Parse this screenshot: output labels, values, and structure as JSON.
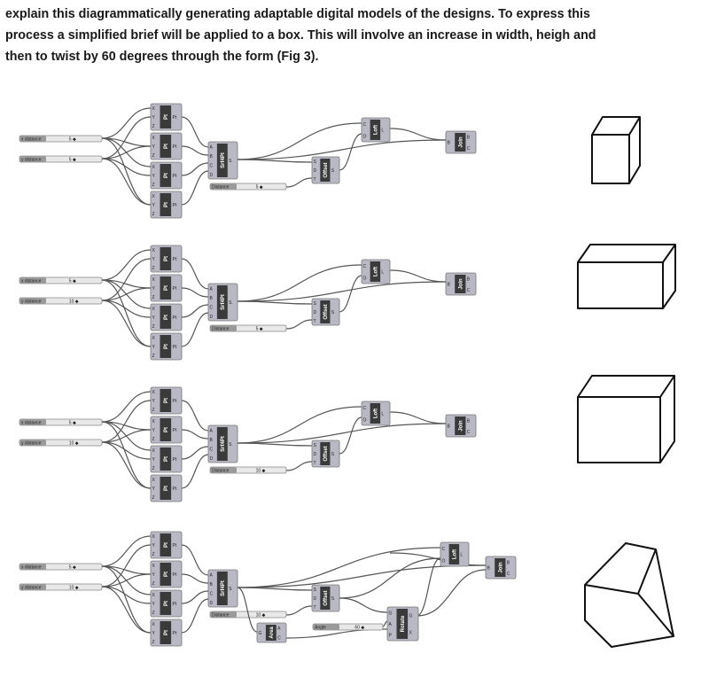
{
  "paragraph": [
    "explain this diagrammatically generating adaptable digital models of the designs. To express this",
    "process a simplified brief will be applied to a box. This will involve an increase in width, heigh and",
    "then to twist by 60 degrees through the form (Fig 3)."
  ],
  "labels": {
    "x": "x distance",
    "y": "y distance",
    "distance": "Distance",
    "angle": "Angle",
    "pt": "Pt",
    "srf": "Srf4Pt",
    "offset": "Offset",
    "loft": "Loft",
    "join": "Join",
    "area": "Area",
    "rotate": "Rotate"
  },
  "rows": [
    {
      "x": "5",
      "y": "5",
      "distance": "5"
    },
    {
      "x": "5",
      "y": "10",
      "distance": "5"
    },
    {
      "x": "5",
      "y": "10",
      "distance": "10"
    },
    {
      "x": "5",
      "y": "10",
      "distance": "10",
      "angle": "60"
    }
  ]
}
